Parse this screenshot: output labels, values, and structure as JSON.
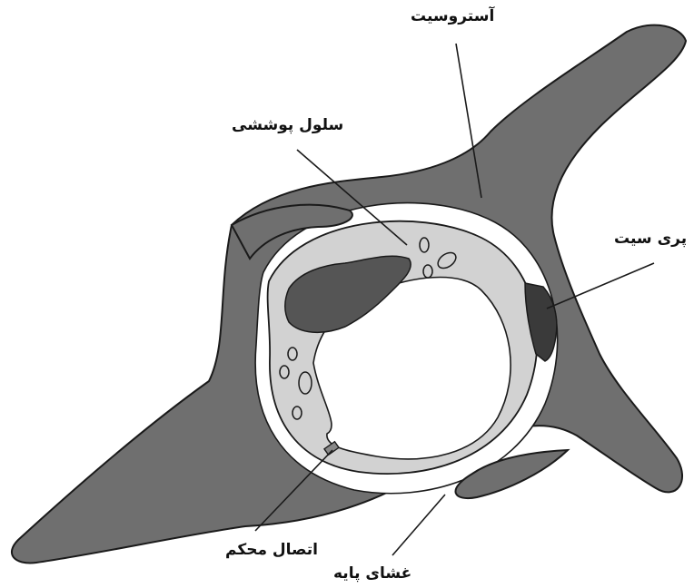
{
  "labels": {
    "astrocyte": "آستروسیت",
    "endothelial_cell": "سلول پوششی",
    "pericyte": "پری سیت",
    "tight_junction": "اتصال محکم",
    "basement_membrane": "غشای پایه"
  },
  "colors": {
    "astrocyte_fill": "#6f6f6f",
    "endothelial_fill": "#d2d2d2",
    "lumen_fill": "#ffffff",
    "nucleus_fill": "#555555",
    "outline": "#1a1a1a"
  }
}
